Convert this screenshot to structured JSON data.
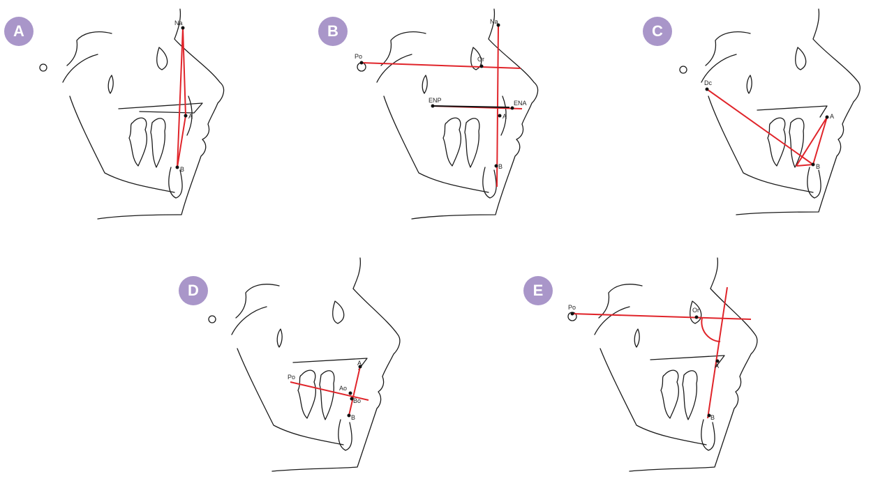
{
  "panels": [
    {
      "id": "A",
      "landmarks": [
        "Na",
        "A",
        "B"
      ]
    },
    {
      "id": "B",
      "landmarks": [
        "Po",
        "Or",
        "Na",
        "ENP",
        "ENA",
        "A",
        "B"
      ]
    },
    {
      "id": "C",
      "landmarks": [
        "Dc",
        "A",
        "B"
      ]
    },
    {
      "id": "D",
      "landmarks": [
        "Po",
        "A",
        "Ao",
        "Bo",
        "B"
      ]
    },
    {
      "id": "E",
      "landmarks": [
        "Po",
        "Or",
        "A",
        "B"
      ]
    }
  ],
  "colors": {
    "badge": "#a996c9",
    "line": "#e0242a",
    "ink": "#1a1a1a"
  }
}
